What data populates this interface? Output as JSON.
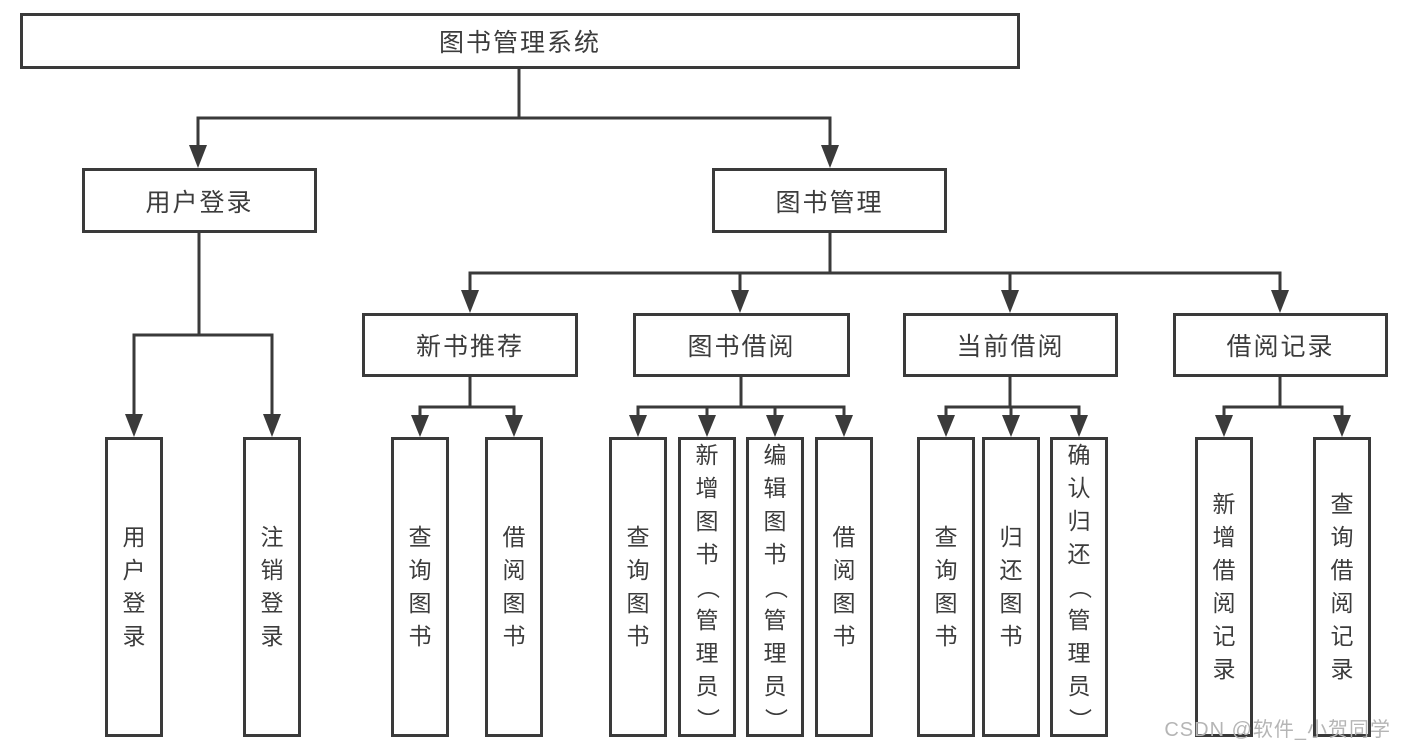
{
  "tree": {
    "label": "图书管理系统",
    "children": [
      {
        "label": "用户登录",
        "children": [
          {
            "label": "用户登录"
          },
          {
            "label": "注销登录"
          }
        ]
      },
      {
        "label": "图书管理",
        "children": [
          {
            "label": "新书推荐",
            "children": [
              {
                "label": "查询图书"
              },
              {
                "label": "借阅图书"
              }
            ]
          },
          {
            "label": "图书借阅",
            "children": [
              {
                "label": "查询图书"
              },
              {
                "label": "新增图书（管理员）"
              },
              {
                "label": "编辑图书（管理员）"
              },
              {
                "label": "借阅图书"
              }
            ]
          },
          {
            "label": "当前借阅",
            "children": [
              {
                "label": "查询图书"
              },
              {
                "label": "归还图书"
              },
              {
                "label": "确认归还（管理员）"
              }
            ]
          },
          {
            "label": "借阅记录",
            "children": [
              {
                "label": "新增借阅记录"
              },
              {
                "label": "查询借阅记录"
              }
            ]
          }
        ]
      }
    ]
  },
  "watermark": {
    "text": "CSDN @软件_小贺同学"
  },
  "colors": {
    "line": "#3a3a3a",
    "text": "#3c3c3c",
    "background": "#ffffff",
    "watermark": "#b5b5b5"
  }
}
